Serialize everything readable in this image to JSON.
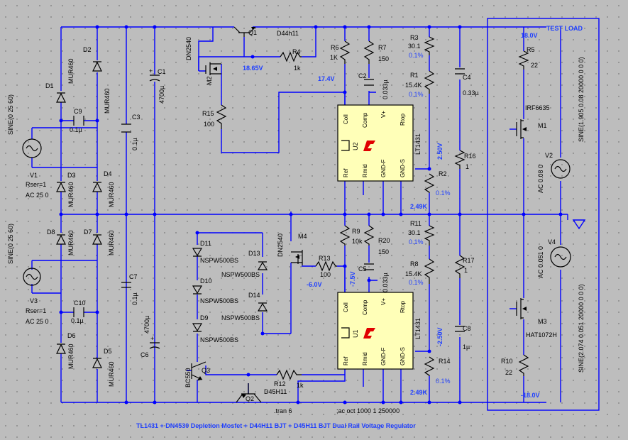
{
  "title": "TL1431 + DN4530 Depletion Mosfet + D44H11 BJT + D45H11 BJT Dual Rail Voltage Regulator",
  "directives": {
    "tran": ".tran 6",
    "ac": ";ac oct 1000 1 250000"
  },
  "test_load_label": "TEST LOAD",
  "sources": {
    "v1": {
      "name": "V1",
      "func": "SINE(0 25 60)",
      "rser": "Rser=1",
      "ac": "AC 25 0"
    },
    "v3": {
      "name": "V3",
      "func": "SINE(0 25 60)",
      "rser": "Rser=1",
      "ac": "AC 25 0"
    },
    "v2": {
      "name": "V2",
      "ac": "AC 0.08 0",
      "func": "SINE(1.905 0.08 20000 0 0 0)"
    },
    "v4": {
      "name": "V4",
      "ac": "AC 0.051 0",
      "func": "SINE(2.074 0.051 20000 0 0 0)"
    }
  },
  "diodes": {
    "d1": {
      "name": "D1",
      "part": "MUR460"
    },
    "d2": {
      "name": "D2",
      "part": "MUR460"
    },
    "d3": {
      "name": "D3",
      "part": "MUR460"
    },
    "d4": {
      "name": "D4",
      "part": "MUR460"
    },
    "d5": {
      "name": "D5",
      "part": "MUR460"
    },
    "d6": {
      "name": "D6",
      "part": "MUR460"
    },
    "d7": {
      "name": "D7",
      "part": "MUR460"
    },
    "d8": {
      "name": "D8",
      "part": "MUR460"
    },
    "d9": {
      "name": "D9",
      "part": "NSPW500BS"
    },
    "d10": {
      "name": "D10",
      "part": "NSPW500BS"
    },
    "d11": {
      "name": "D11",
      "part": "NSPW500BS"
    },
    "d13": {
      "name": "D13",
      "part": "NSPW500BS"
    },
    "d14": {
      "name": "D14",
      "part": "NSPW500BS"
    }
  },
  "capacitors": {
    "c1": {
      "name": "C1",
      "value": "4700µ"
    },
    "c2": {
      "name": "C2",
      "value": "0.033µ"
    },
    "c3": {
      "name": "C3",
      "value": "0.1µ"
    },
    "c4": {
      "name": "C4",
      "value": "0.33µ"
    },
    "c5": {
      "name": "C5",
      "value": "0.033µ"
    },
    "c6": {
      "name": "C6",
      "value": "4700µ"
    },
    "c7": {
      "name": "C7",
      "value": "0.1µ"
    },
    "c8": {
      "name": "C8",
      "value": "1µ"
    },
    "c9": {
      "name": "C9",
      "value": "0.1µ"
    },
    "c10": {
      "name": "C10",
      "value": "0.1µ"
    }
  },
  "resistors": {
    "r1": {
      "name": "R1",
      "value": "15.4K",
      "tol": "0.1%"
    },
    "r2": {
      "name": "R2",
      "value": "2.49K",
      "tol": "0.1%"
    },
    "r3": {
      "name": "R3",
      "value": "30.1",
      "tol": "0.1%"
    },
    "r4": {
      "name": "R4",
      "value": "1k"
    },
    "r5": {
      "name": "R5",
      "value": "22"
    },
    "r6": {
      "name": "R6",
      "value": "1K"
    },
    "r7": {
      "name": "R7",
      "value": "150"
    },
    "r8": {
      "name": "R8",
      "value": "15.4K",
      "tol": "0.1%"
    },
    "r9": {
      "name": "R9",
      "value": "10k"
    },
    "r10": {
      "name": "R10",
      "value": "22"
    },
    "r11": {
      "name": "R11",
      "value": "30.1",
      "tol": "0.1%"
    },
    "r12": {
      "name": "R12",
      "value": "1k"
    },
    "r13": {
      "name": "R13",
      "value": "100"
    },
    "r14": {
      "name": "R14",
      "value": "2.49K",
      "tol": "0.1%"
    },
    "r15": {
      "name": "R15",
      "value": "100"
    },
    "r16": {
      "name": "R16",
      "value": "1"
    },
    "r17": {
      "name": "R17",
      "value": "1"
    },
    "r20": {
      "name": "R20",
      "value": "150"
    }
  },
  "transistors": {
    "q1": {
      "name": "Q1",
      "part": "D44h11"
    },
    "q2": {
      "name": "Q2",
      "part": "D45H11"
    },
    "q3": {
      "name": "Q3",
      "part": "BC550"
    },
    "m1": {
      "name": "M1",
      "part": "IRF6635"
    },
    "m2": {
      "name": "M2",
      "part": "DN2540"
    },
    "m3": {
      "name": "M3",
      "part": "HAT1072H"
    },
    "m4": {
      "name": "M4",
      "part": "DN2540"
    }
  },
  "ics": {
    "u2": {
      "name": "U2",
      "part": "LT1431"
    },
    "u1": {
      "name": "U1",
      "part": "LT1431"
    },
    "pins": {
      "coll": "Coll",
      "comp": "Comp",
      "vplus": "V+",
      "rtop": "Rtop",
      "ref": "Ref",
      "rmid": "Rmid",
      "gndf": "GND-F",
      "gnds": "GND-S"
    }
  },
  "voltages": {
    "v18_65": "18.65V",
    "v17_4": "17.4V",
    "v18_0": "18.0V",
    "v2_50": "2.50V",
    "vneg6_0": "-6.0V",
    "vneg7_5": "-7.5V",
    "vneg2_50": "-2.50V",
    "vneg18_0": "-18.0V"
  }
}
